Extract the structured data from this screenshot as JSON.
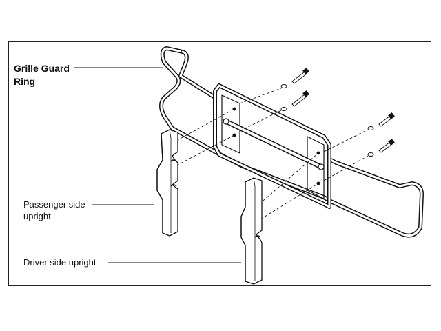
{
  "labels": {
    "grille_guard_line1": "Grille Guard",
    "grille_guard_line2": "Ring",
    "passenger_line1": "Passenger side",
    "passenger_line2": "upright",
    "driver": "Driver side upright"
  },
  "colors": {
    "line": "#111111",
    "part_fill": "#ffffff",
    "frame": "#222222"
  }
}
